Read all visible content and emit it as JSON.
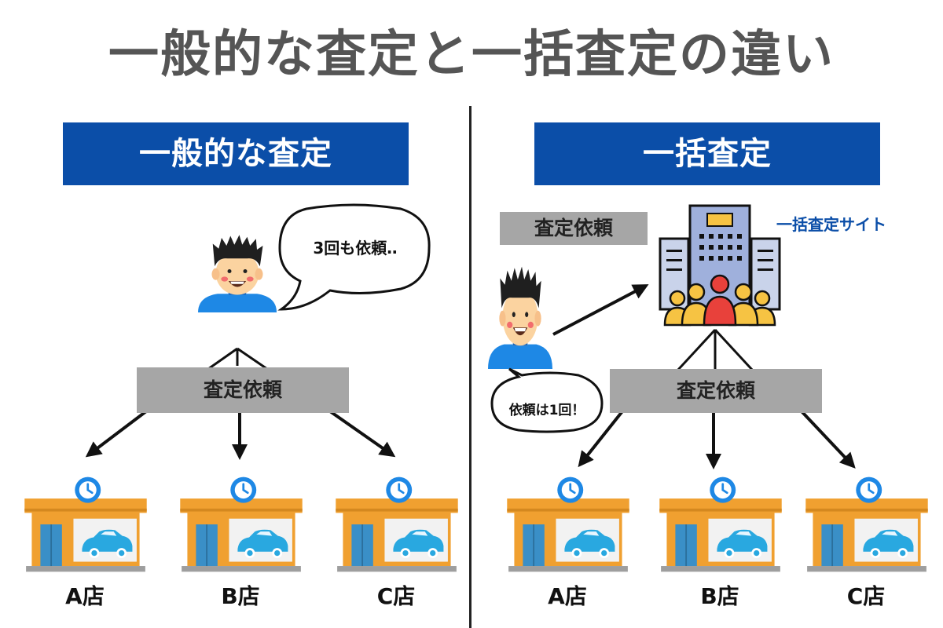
{
  "title": "一般的な査定と一括査定の違い",
  "left": {
    "header": "一般的な査定",
    "bubble": "3回も依頼‥",
    "request_box": "査定依頼",
    "shops": [
      "A店",
      "B店",
      "C店"
    ]
  },
  "right": {
    "header": "一括査定",
    "request_box_top": "査定依頼",
    "site_label": "一括査定サイト",
    "bubble": "依頼は1回！",
    "request_box": "査定依頼",
    "shops": [
      "A店",
      "B店",
      "C店"
    ]
  },
  "colors": {
    "header_blue": "#0b4ea8",
    "box_gray": "#a6a6a6",
    "shop_orange": "#f0a030",
    "clock_blue": "#1e88e5",
    "car_blue": "#29a8e0"
  }
}
